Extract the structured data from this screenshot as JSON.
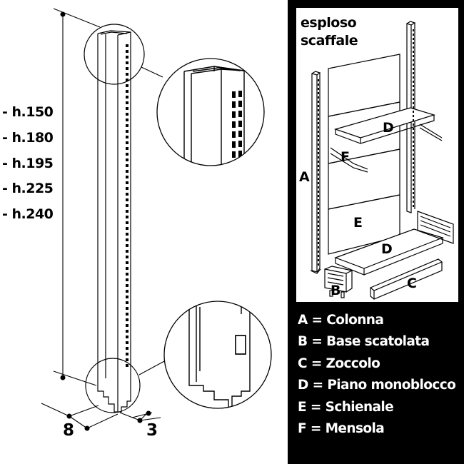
{
  "heights": [
    "- h.150",
    "- h.180",
    "- h.195",
    "- h.225",
    "- h.240"
  ],
  "dimensions": {
    "depth": "8",
    "thickness": "3"
  },
  "exploded_view": {
    "title_line1": "esploso",
    "title_line2": "scaffale",
    "part_labels": {
      "a": "A",
      "b": "B",
      "c": "C",
      "d_shelf": "D",
      "d_base": "D",
      "e": "E",
      "f": "F"
    }
  },
  "legend": [
    "A = Colonna",
    "B = Base scatolata",
    "C = Zoccolo",
    "D = Piano monoblocco",
    "E = Schienale",
    "F = Mensola"
  ]
}
